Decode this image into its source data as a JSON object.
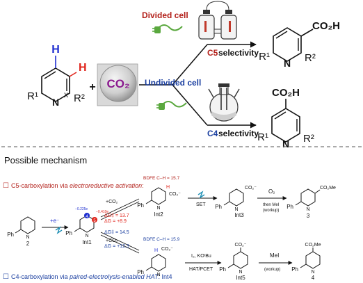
{
  "colors": {
    "dark_red": "#b3211b",
    "red": "#e0241b",
    "blue": "#1f2fd0",
    "dark_blue": "#1b3fa0",
    "purple": "#8b1a8f",
    "green": "#5aa83e",
    "teal": "#1f8fb5",
    "ink": "#111111",
    "gray": "#8a8a8a"
  },
  "top": {
    "h_blue": "H",
    "h_red": "H",
    "r1": "R¹",
    "r2": "R²",
    "n": "N",
    "x": "x",
    "plus": "+",
    "co2_badge": "CO₂",
    "divided_cell": "Divided cell",
    "undivided_cell": "Undivided cell",
    "c5_a": "C5",
    "c5_b": " selectivity",
    "c4_a": "C4",
    "c4_b": " selectivity",
    "product_c5_acid": "CO₂H",
    "product_c4_acid": "CO₂H"
  },
  "mechanism": {
    "heading": "Possible mechanism",
    "c5_pre": "C5-carboxylation via ",
    "c5_em": "electroreductive activation",
    "c5_post": ":",
    "c4_pre": "C4-carboxylation via ",
    "c4_em": "paired-electrolysis-enabled HAT",
    "c4_post": ": Int4",
    "bullet": "☐",
    "ph": "Ph",
    "n": "N",
    "start_label": "2",
    "int1_label": "Int1",
    "int2_label": "Int2",
    "int3_label": "Int3",
    "int4_label": "Int4",
    "int5_label": "Int5",
    "prod3_label": "3",
    "prod4_label": "4",
    "electron": "+e⁻",
    "plus_co2_upper": "+CO₂",
    "plus_co2_lower": "+CO₂",
    "charge_neg_a": "−0.225e",
    "charge_neg_b": "−0.410e",
    "dg_act_c5": "ΔG‡ = 13.7",
    "dg_c5": "ΔG = +8.9",
    "dg_act_c4": "ΔG‡ = 14.5",
    "dg_c4": "ΔG = +12.3",
    "bdfe_c5": "BDFE C–H = 15.7",
    "bdfe_c4": "BDFE C–H = 15.9",
    "h": "H",
    "co2_minus": "CO₂⁻",
    "co2me": "CO₂Me",
    "set": "SET",
    "o2": "O₂",
    "then_mei": "then MeI",
    "workup": "(workup)",
    "i2_kotbu": "I₂, KOᵗBu",
    "hat_pcet": "HAT/PCET",
    "mei": "MeI",
    "workup2": "(workup)",
    "badge_4": "4",
    "badge_5": "5"
  }
}
